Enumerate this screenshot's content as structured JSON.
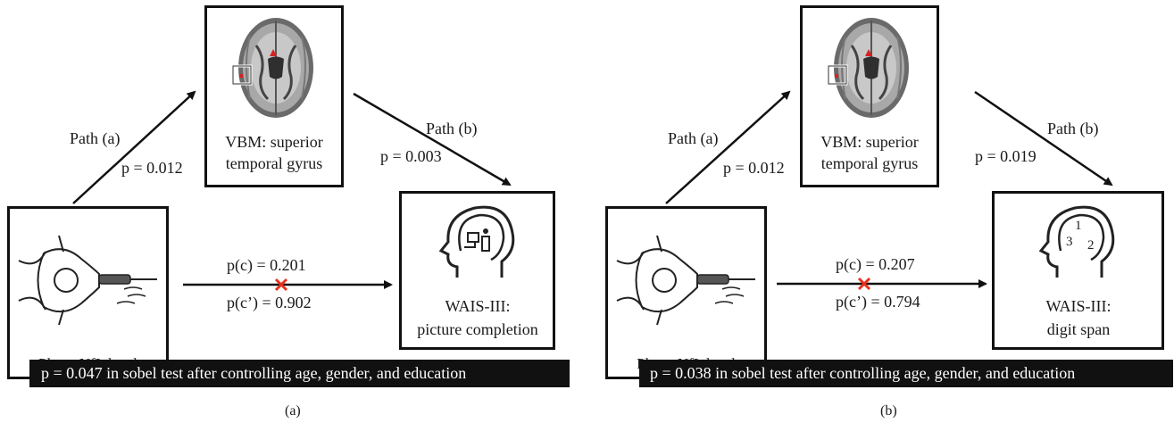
{
  "panels": [
    {
      "mediator": {
        "line1": "VBM: superior",
        "line2": "temporal gyrus"
      },
      "predictor": {
        "label": "Plasm NfL level"
      },
      "outcome": {
        "line1": "WAIS-III:",
        "line2": "picture completion",
        "icon": "head-puzzle-icon"
      },
      "path_a": {
        "label": "Path (a)",
        "p": "p = 0.012"
      },
      "path_b": {
        "label": "Path (b)",
        "p": "p = 0.003"
      },
      "path_c": {
        "p_c": "p(c) = 0.201",
        "p_c_prime": "p(c’) = 0.902"
      },
      "sobel": "p = 0.047 in sobel test after controlling age, gender, and education",
      "caption": "(a)"
    },
    {
      "mediator": {
        "line1": "VBM: superior",
        "line2": "temporal gyrus"
      },
      "predictor": {
        "label": "Plasm NfL level"
      },
      "outcome": {
        "line1": "WAIS-III:",
        "line2": "digit span",
        "icon": "head-digits-icon",
        "digits": [
          "1",
          "3",
          "2"
        ]
      },
      "path_a": {
        "label": "Path (a)",
        "p": "p = 0.012"
      },
      "path_b": {
        "label": "Path (b)",
        "p": "p = 0.019"
      },
      "path_c": {
        "p_c": "p(c) = 0.207",
        "p_c_prime": "p(c’) = 0.794"
      },
      "sobel": "p = 0.038 in sobel test after controlling age, gender, and education",
      "caption": "(b)"
    }
  ],
  "colors": {
    "accent_x": "#e8321e",
    "brain_highlight": "#d82020",
    "sobel_bg": "#111111"
  }
}
